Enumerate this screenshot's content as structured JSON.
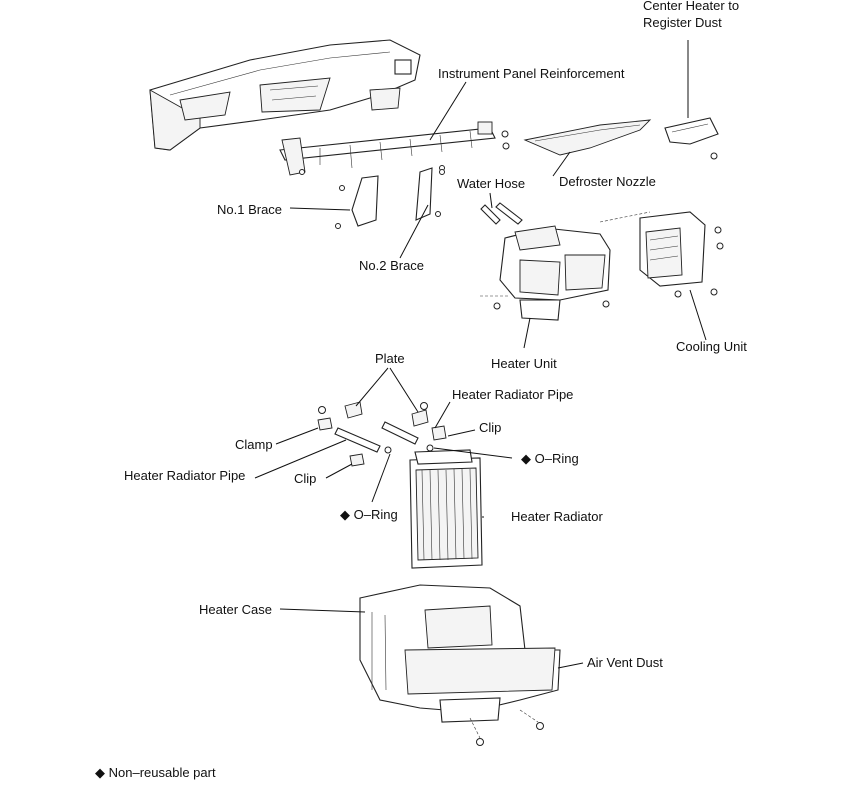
{
  "labels": {
    "center_heater_duct": [
      "Center Heater to",
      "Register Dust"
    ],
    "instrument_panel_reinforcement": "Instrument Panel Reinforcement",
    "water_hose": "Water Hose",
    "defroster_nozzle": "Defroster Nozzle",
    "no1_brace": "No.1 Brace",
    "no2_brace": "No.2 Brace",
    "heater_unit": "Heater Unit",
    "cooling_unit": "Cooling Unit",
    "plate": "Plate",
    "heater_radiator_pipe_top": "Heater Radiator Pipe",
    "clip_right": "Clip",
    "clamp": "Clamp",
    "o_ring_right": "O–Ring",
    "heater_radiator_pipe_left": "Heater Radiator Pipe",
    "clip_left": "Clip",
    "o_ring_left": "O–Ring",
    "heater_radiator": "Heater Radiator",
    "heater_case": "Heater Case",
    "air_vent_dust": "Air Vent Dust"
  },
  "legend": {
    "symbol": "◆",
    "text": "Non–reusable part"
  }
}
